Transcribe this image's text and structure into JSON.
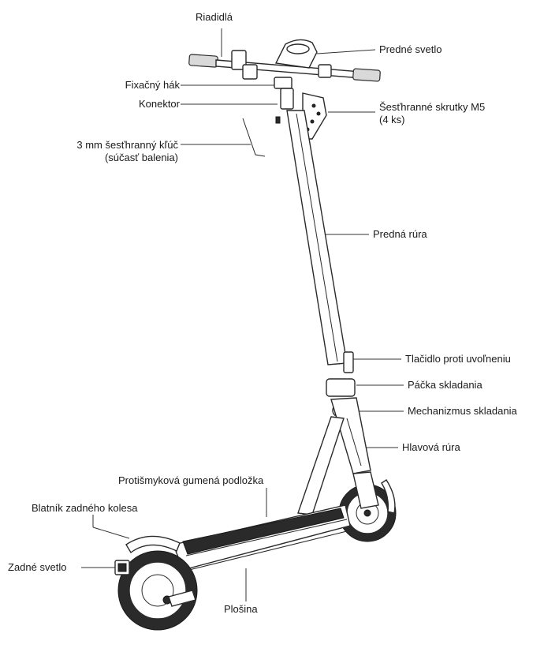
{
  "labels": {
    "riadidla": "Riadidlá",
    "predne_svetlo": "Predné svetlo",
    "fixacny_hak": "Fixačný hák",
    "konektor": "Konektor",
    "skrutky_line1": "Šesťhranné skrutky M5",
    "skrutky_line2": "(4 ks)",
    "kluc_line1": "3 mm šesťhranný kľúč",
    "kluc_line2": "(súčasť balenia)",
    "predna_rura": "Predná rúra",
    "tlacidlo": "Tlačidlo proti uvoľneniu",
    "packa": "Páčka skladania",
    "mechanizmus": "Mechanizmus skladania",
    "hlavova_rura": "Hlavová rúra",
    "podlozka": "Protišmyková gumená podložka",
    "blatnik": "Blatník zadného kolesa",
    "zadne_svetlo": "Zadné svetlo",
    "plosina": "Plošina"
  },
  "colors": {
    "outline": "#2a2a2a",
    "text": "#1a1a1a",
    "mat": "#2a2a2a",
    "background": "#ffffff"
  }
}
